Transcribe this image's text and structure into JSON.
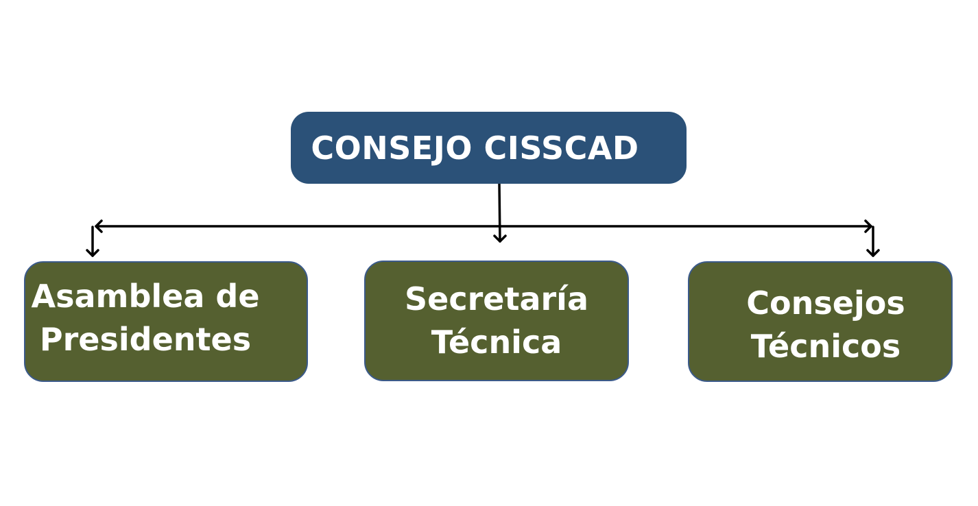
{
  "root": {
    "label": "CONSEJO CISSCAD",
    "color": "#2b5178"
  },
  "children": [
    {
      "label": "Asamblea de\nPresidentes",
      "color": "#556030"
    },
    {
      "label": "Secretaría\nTécnica",
      "color": "#556030"
    },
    {
      "label": "Consejos\nTécnicos",
      "color": "#556030"
    }
  ],
  "connector_color": "#000000"
}
